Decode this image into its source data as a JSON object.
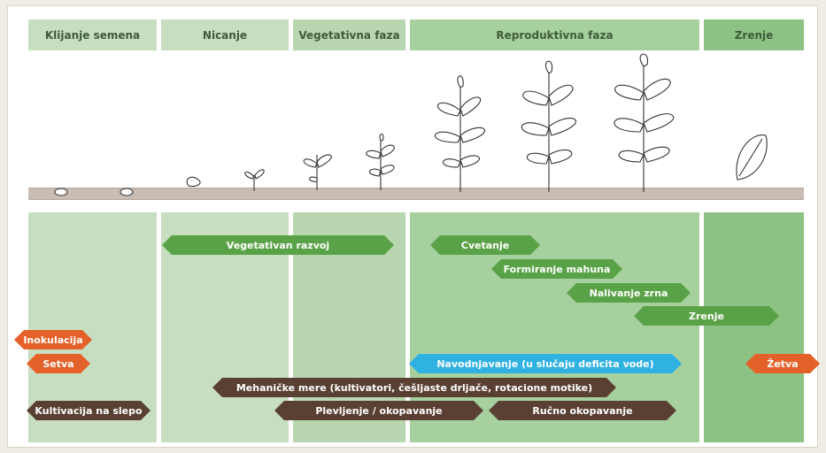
{
  "stages": [
    {
      "label": "Klijanje semena"
    },
    {
      "label": "Nicanje"
    },
    {
      "label": "Vegetativna faza"
    },
    {
      "label": "Reproduktivna faza"
    },
    {
      "label": "Zrenje"
    }
  ],
  "growth_arrows": {
    "vegetative": "Vegetativan razvoj",
    "flowering": "Cvetanje",
    "pods": "Formiranje mahuna",
    "grain_fill": "Nalivanje zrna",
    "maturation": "Zrenje"
  },
  "actions": {
    "inoculation": "Inokulacija",
    "sowing": "Setva",
    "irrigation": "Navodnjavanje (u slučaju deficita vode)",
    "harvest": "Žetva",
    "mechanical": "Mehaničke mere (kultivatori, češljaste drljače, rotacione motike)",
    "blind_cultivation": "Kultivacija na slepo",
    "weeding": "Plevljenje / okopavanje",
    "hand_hoeing": "Ručno okopavanje"
  },
  "colors": {
    "stage_light": "#c7dec0",
    "stage_dark": "#9ec99a",
    "green_arrow": "#5aa247",
    "brown_arrow": "#5a4032",
    "orange_arrow": "#e5612a",
    "blue_arrow": "#2fb1e1"
  }
}
